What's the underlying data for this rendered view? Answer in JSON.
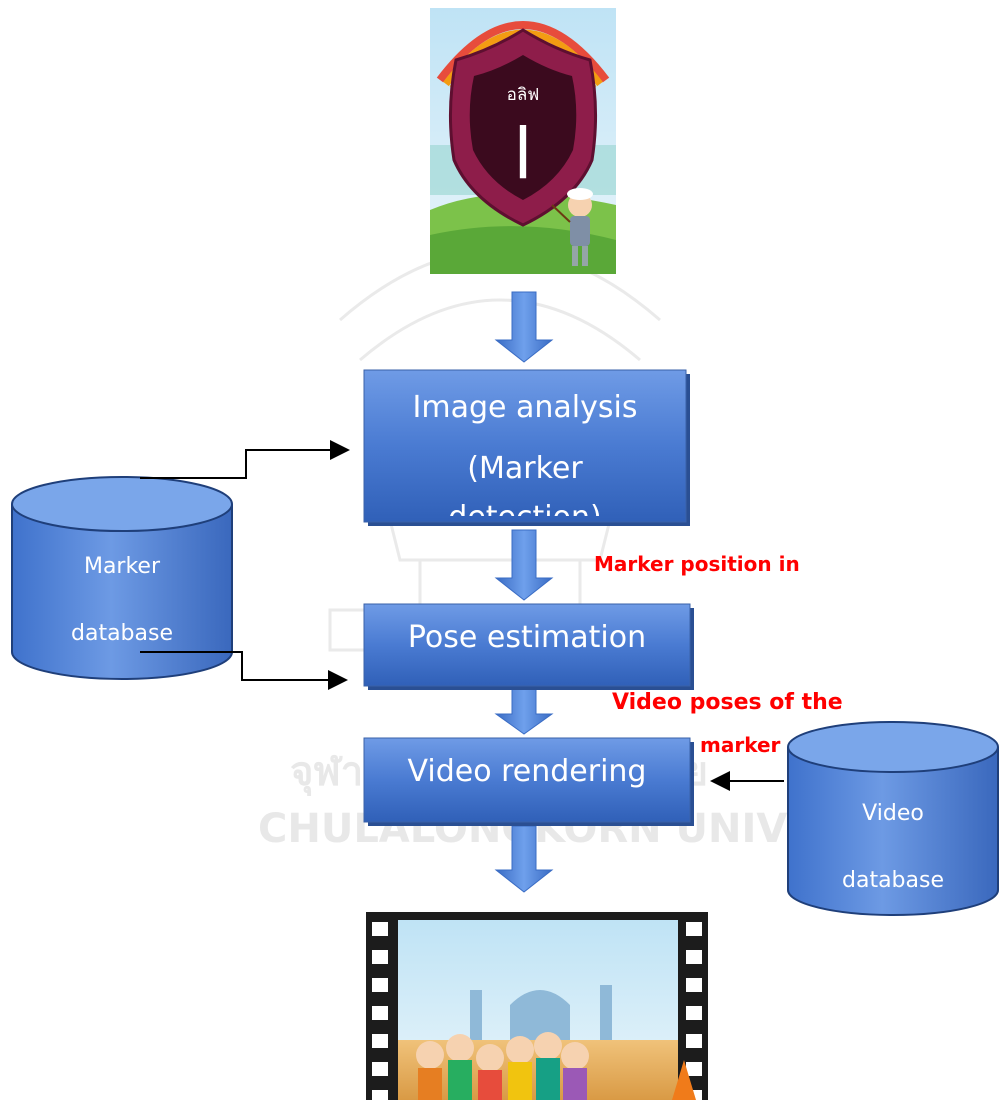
{
  "watermark": {
    "thai_text": "จุฬาลงกรณ์มหาวิทยาลัย",
    "english_text": "CHULALONGKORN UNIVERSITY"
  },
  "marker_card": {
    "letter_name": "อลิฟ",
    "arabic_letter": "ا"
  },
  "process_boxes": {
    "image_analysis": {
      "line1": "Image analysis",
      "line2": "(Marker",
      "line3": "detection)"
    },
    "pose_estimation": {
      "label": "Pose estimation"
    },
    "video_rendering": {
      "label": "Video rendering"
    }
  },
  "annotations": {
    "marker_position": "Marker position in",
    "video_poses_line1": "Video poses of the",
    "video_poses_line2": "marker"
  },
  "databases": {
    "marker_db": {
      "line1": "Marker",
      "line2": "database"
    },
    "video_db": {
      "line1": "Video",
      "line2": "database"
    }
  },
  "colors": {
    "box_blue": "#4472c4",
    "arrow_blue": "#4a7ed8",
    "annotation_red": "#ff0000",
    "card_maroon": "#8e1d4a"
  }
}
